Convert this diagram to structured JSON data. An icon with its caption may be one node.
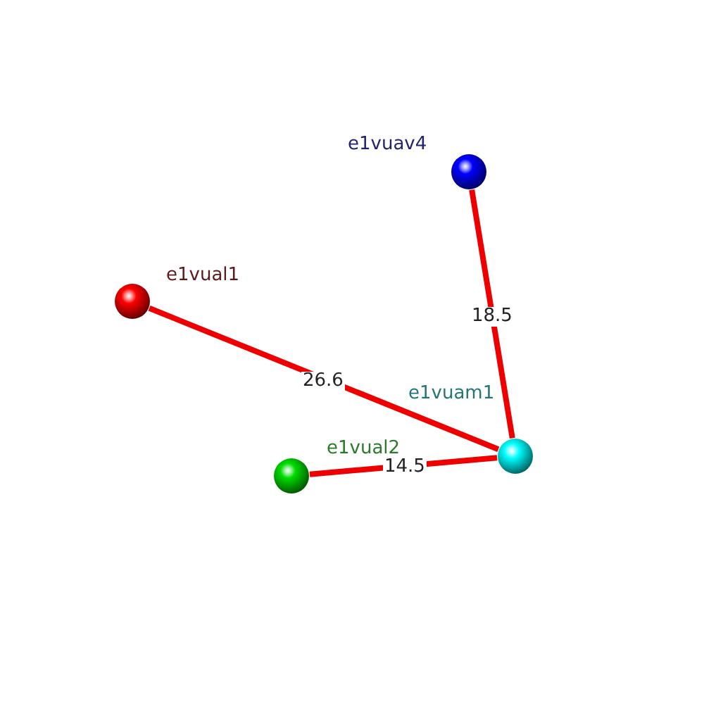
{
  "diagram": {
    "nodes": [
      {
        "text": [],
        "shape": "circle",
        "beside": [
          "e1vuav4"
        ]
      },
      {
        "text": [],
        "shape": "circle",
        "beside": [
          "e1vual1"
        ]
      },
      {
        "text": [],
        "shape": "circle",
        "beside": [
          "e1vuam1"
        ]
      },
      {
        "text": [],
        "shape": "circle",
        "beside": [
          "e1vual2"
        ]
      }
    ],
    "edges": [
      {
        "from": 0,
        "to": 2,
        "arrow": "none",
        "label": "18.5"
      },
      {
        "from": 1,
        "to": 2,
        "arrow": "none",
        "label": "26.6"
      },
      {
        "from": 3,
        "to": 2,
        "arrow": "none",
        "label": "14.5"
      }
    ]
  }
}
